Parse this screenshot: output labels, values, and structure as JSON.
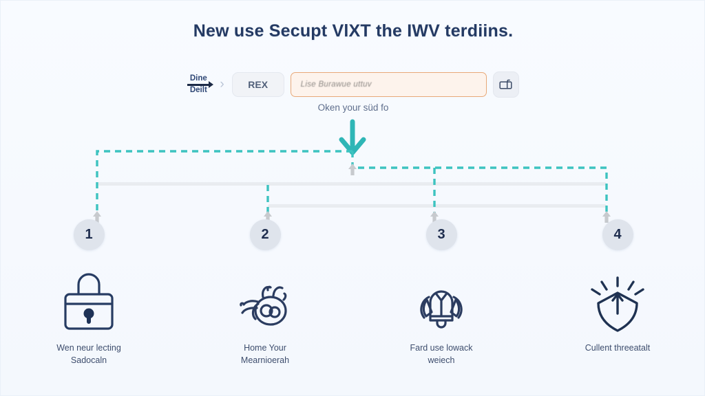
{
  "page": {
    "title": "New use Secupt VlXT the IWV terdiins.",
    "background_color": "#f7faff",
    "title_color": "#243a63"
  },
  "toolbar": {
    "stepper": {
      "top_label": "Dine",
      "bottom_label": "Deilt",
      "icon": "arrow-right-icon"
    },
    "separator_icon": "chevron-right-icon",
    "chip_label": "REX",
    "search": {
      "value": "Lise Burawue uttuv",
      "placeholder": "Lise Burawue uttuv",
      "border_color": "#e8a878",
      "background_color": "#fdf3ec"
    },
    "tool_button_icon": "briefcase-icon",
    "subcaption": "Oken your süd fo"
  },
  "flow": {
    "arrow_color": "#2fb6b6",
    "dash_color": "#3dc3c0",
    "rail_color": "#e7eaee",
    "marker_color": "#c3c6cb"
  },
  "steps": [
    {
      "number": "1",
      "icon": "padlock-icon",
      "caption": "Wen neur lecting\nSadocaln"
    },
    {
      "number": "2",
      "icon": "bug-malware-icon",
      "caption": "Home Your\nMearnioerah"
    },
    {
      "number": "3",
      "icon": "alarm-bell-icon",
      "caption": "Fard use lowack\nweiech"
    },
    {
      "number": "4",
      "icon": "shield-alert-icon",
      "caption": "Cullent threeatalt"
    }
  ]
}
